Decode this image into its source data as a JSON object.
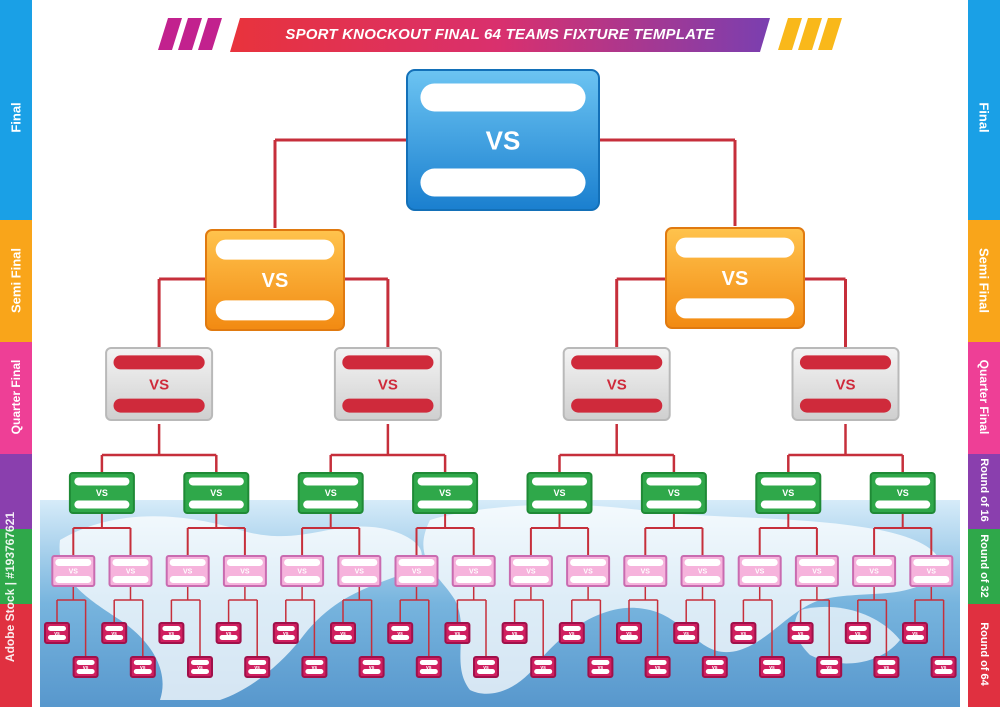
{
  "title": "SPORT KNOCKOUT FINAL 64 TEAMS FIXTURE TEMPLATE",
  "match_label": "VS",
  "match_label_small": "vs",
  "watermark": "Adobe Stock | #193767621",
  "rounds": {
    "final": "Final",
    "semi_final": "Semi Final",
    "quarter_final": "Quarter Final",
    "round_16": "Round of 16",
    "round_32": "Round of 32",
    "round_64": "Round of 64"
  },
  "colors": {
    "final": "#2e93d9",
    "semi_final": "#f7941d",
    "quarter_final": "#cf2a3b",
    "round_16": "#27a83f",
    "round_32": "#f08fcf",
    "round_64": "#c8205f",
    "connector": "#c62f3b",
    "title_banner": "#e23b58",
    "band_final": "#1aa0e6",
    "band_semi": "#f9a51a",
    "band_quarter": "#ee3f96",
    "band_16": "#8a3fae",
    "band_32": "#2fa84a",
    "band_64": "#e03040"
  }
}
